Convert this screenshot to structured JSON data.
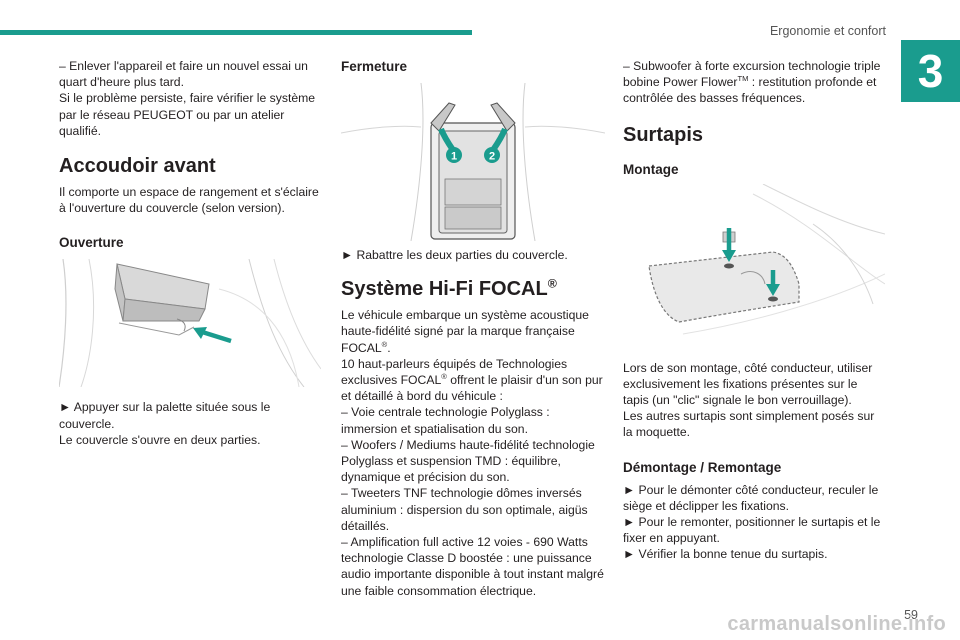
{
  "header": {
    "title": "Ergonomie et confort",
    "chapter": "3"
  },
  "page_number": "59",
  "watermark": "carmanualsonline.info",
  "col1": {
    "intro_1": "–  Enlever l'appareil et faire un nouvel essai un quart d'heure plus tard.",
    "intro_2": "Si le problème persiste, faire vérifier le système par le réseau PEUGEOT ou par un atelier qualifié.",
    "h_accoudoir": "Accoudoir avant",
    "accoudoir_text": "Il comporte un espace de rangement et s'éclaire à l'ouverture du couvercle (selon version).",
    "h_ouverture": "Ouverture",
    "ouverture_step": "►  Appuyer sur la palette située sous le couvercle.",
    "ouverture_note": "Le couvercle s'ouvre en deux parties."
  },
  "col2": {
    "h_fermeture": "Fermeture",
    "fermeture_callout_1": "1",
    "fermeture_callout_2": "2",
    "fermeture_step": "►  Rabattre les deux parties du couvercle.",
    "h_hifi": "Système Hi-Fi FOCAL",
    "hifi_reg": "®",
    "hifi_p1a": "Le véhicule embarque un système acoustique haute-fidélité signé par la marque française FOCAL",
    "hifi_p1b": ".",
    "hifi_p2a": "10 haut-parleurs équipés de Technologies exclusives FOCAL",
    "hifi_p2b": " offrent le plaisir d'un son pur et détaillé à bord du véhicule :",
    "hifi_l1": "–  Voie centrale technologie Polyglass : immersion et spatialisation du son.",
    "hifi_l2": "–  Woofers / Mediums haute-fidélité technologie Polyglass et suspension TMD : équilibre, dynamique et précision du son.",
    "hifi_l3": "–  Tweeters TNF technologie dômes inversés aluminium : dispersion du son optimale, aigüs détaillés.",
    "hifi_l4": "–  Amplification full active 12 voies - 690 Watts technologie Classe D boostée : une puissance audio importante disponible à tout instant malgré une faible consommation électrique."
  },
  "col3": {
    "subwoofer_a": "–  Subwoofer à forte excursion technologie triple bobine Power Flower",
    "subwoofer_tm": "TM",
    "subwoofer_b": " : restitution profonde et contrôlée des basses fréquences.",
    "h_surtapis": "Surtapis",
    "h_montage": "Montage",
    "montage_p1": "Lors de son montage, côté conducteur, utiliser exclusivement les fixations présentes sur le tapis (un \"clic\" signale le bon verrouillage).",
    "montage_p2": "Les autres surtapis sont simplement posés sur la moquette.",
    "h_demontage": "Démontage / Remontage",
    "demontage_s1": "►  Pour le démonter côté conducteur, reculer le siège et déclipper les fixations.",
    "demontage_s2": "►  Pour le remonter, positionner le surtapis et le fixer en appuyant.",
    "demontage_s3": "►  Vérifier la bonne tenue du surtapis."
  },
  "colors": {
    "accent": "#1a9c8e",
    "text": "#231f20"
  }
}
